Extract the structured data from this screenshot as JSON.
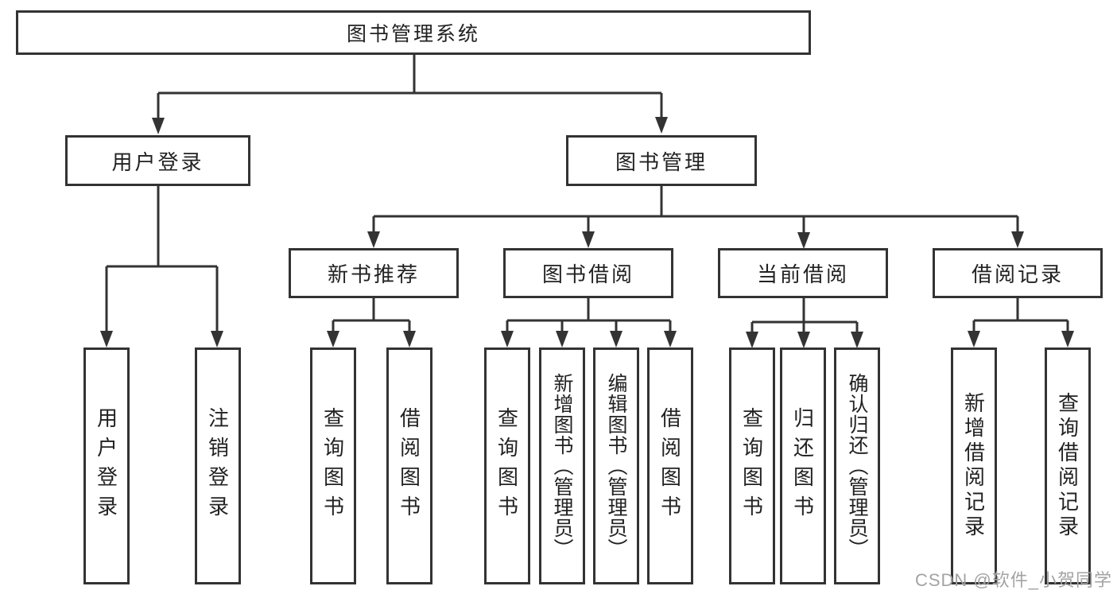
{
  "diagram": {
    "root": "图书管理系统",
    "level2": {
      "user_login": "用户登录",
      "book_mgmt": "图书管理"
    },
    "level3": {
      "new_book": "新书推荐",
      "borrow": "图书借阅",
      "current": "当前借阅",
      "records": "借阅记录"
    },
    "leaves": {
      "login": [
        "用户登录",
        "注销登录"
      ],
      "new_book": [
        "查询图书",
        "借阅图书"
      ],
      "borrow": [
        "查询图书",
        "新增图书（管理员）",
        "编辑图书（管理员）",
        "借阅图书"
      ],
      "current": [
        "查询图书",
        "归还图书",
        "确认归还（管理员）"
      ],
      "records": [
        "新增借阅记录",
        "查询借阅记录"
      ]
    }
  },
  "watermark": "CSDN @软件_小贺同学",
  "colors": {
    "line": "#333333",
    "node_border": "#333333",
    "node_text": "#222222",
    "watermark_text": "#a3a3a3",
    "background": "#ffffff"
  }
}
